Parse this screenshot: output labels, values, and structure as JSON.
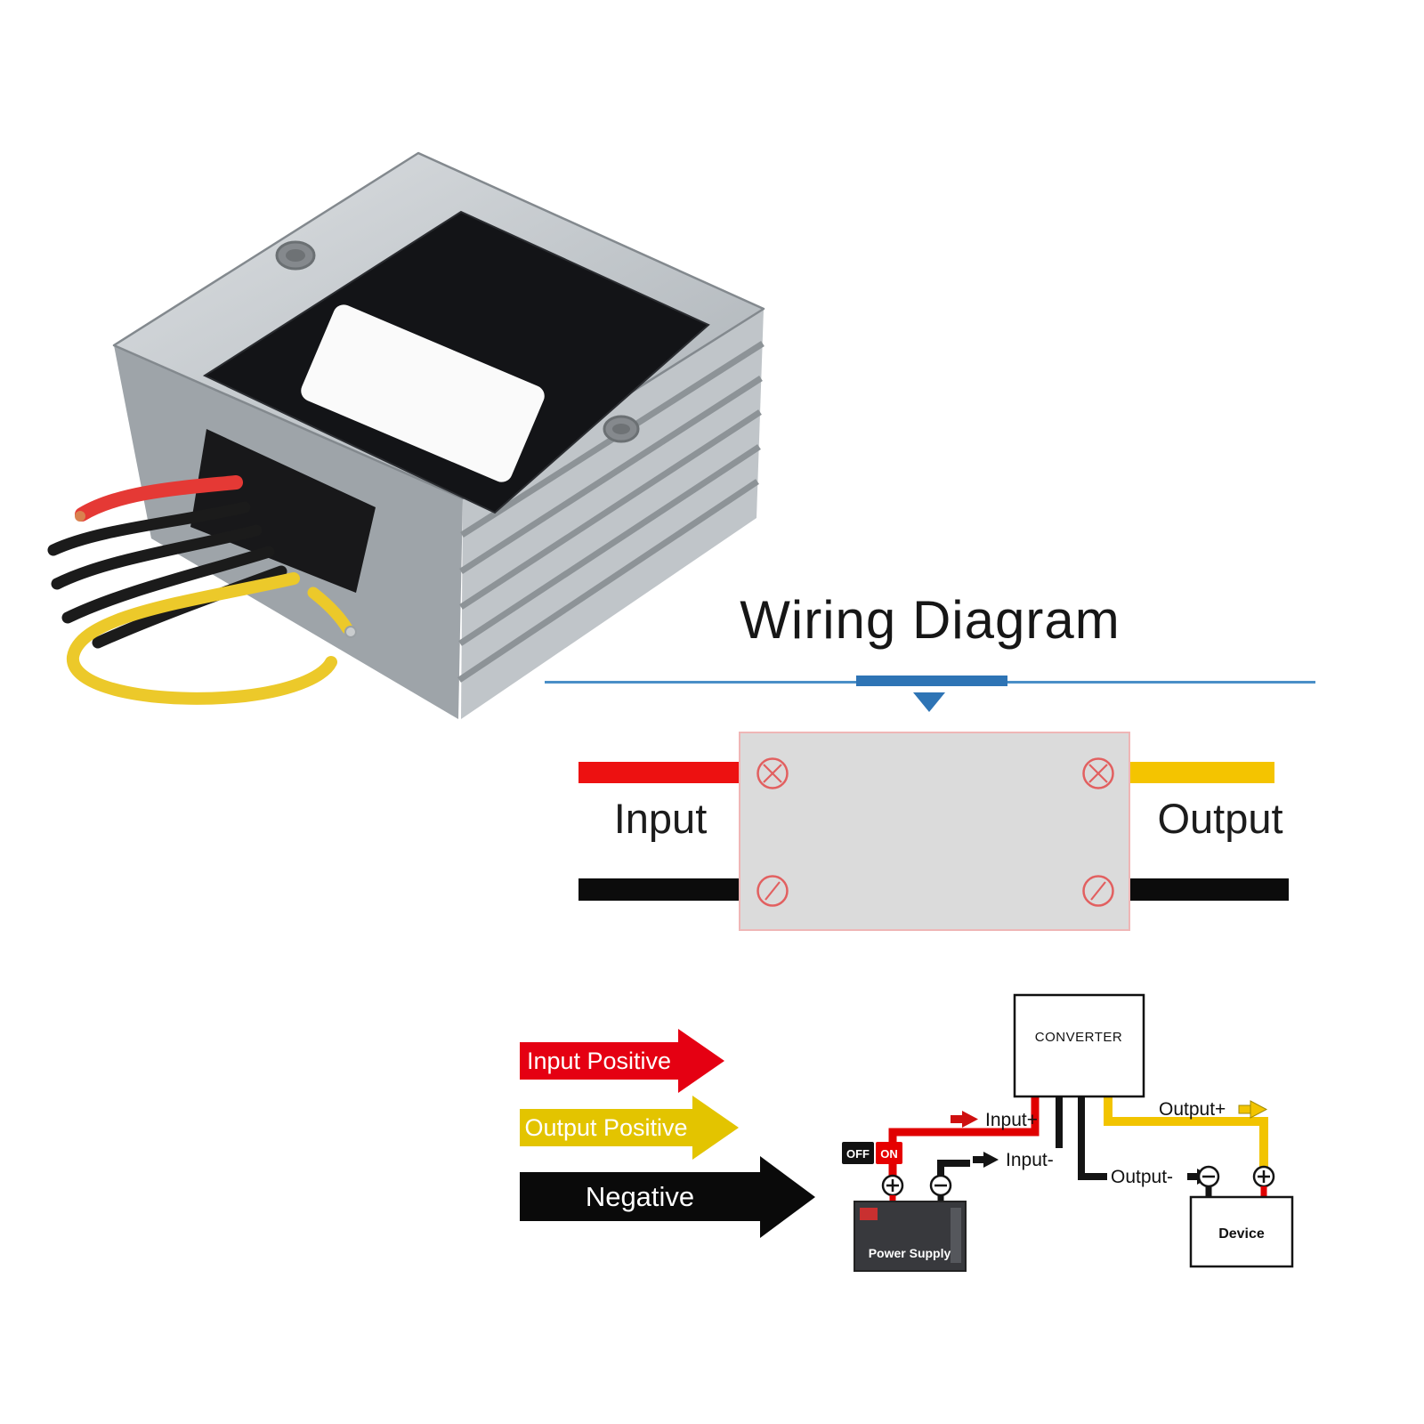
{
  "title": "Wiring Diagram",
  "wiring_diagram": {
    "input_label": "Input",
    "output_label": "Output"
  },
  "legend": [
    {
      "label": "Input Positive",
      "color": "#e50012"
    },
    {
      "label": "Output Positive",
      "color": "#e3c400"
    },
    {
      "label": "Negative",
      "color": "#0a0a0a"
    }
  ],
  "schematic": {
    "converter": "CONVERTER",
    "labels": {
      "input_plus": "Input+",
      "input_minus": "Input-",
      "output_plus": "Output+",
      "output_minus": "Output-"
    },
    "switch": {
      "off": "OFF",
      "on": "ON"
    },
    "power_supply": "Power Supply",
    "device": "Device"
  },
  "colors": {
    "wire_red": "#e50012",
    "wire_yellow": "#f4c400",
    "wire_black": "#0c0c0c",
    "divider_blue": "#2e74b5",
    "converter_body_gray": "#dbdbdb",
    "terminal_pink": "#e26060"
  }
}
